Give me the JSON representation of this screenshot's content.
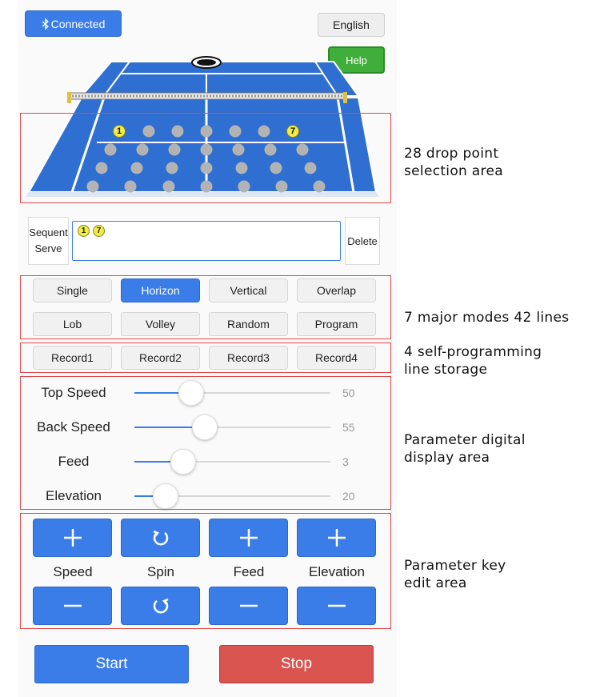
{
  "header": {
    "connected_label": "Connected",
    "language_label": "English",
    "help_label": "Help"
  },
  "court": {
    "selected_points": [
      "1",
      "7"
    ]
  },
  "sequence": {
    "label_line1": "Sequent",
    "label_line2": "Serve",
    "chips": [
      "1",
      "7"
    ],
    "delete_label": "Delete"
  },
  "modes": [
    "Single",
    "Horizon",
    "Vertical",
    "Overlap",
    "Lob",
    "Volley",
    "Random",
    "Program"
  ],
  "active_mode": "Horizon",
  "records": [
    "Record1",
    "Record2",
    "Record3",
    "Record4"
  ],
  "sliders": [
    {
      "label": "Top Speed",
      "value": "50",
      "fraction": 0.29
    },
    {
      "label": "Back Speed",
      "value": "55",
      "fraction": 0.36
    },
    {
      "label": "Feed",
      "value": "3",
      "fraction": 0.25
    },
    {
      "label": "Elevation",
      "value": "20",
      "fraction": 0.16
    }
  ],
  "keys": {
    "labels": [
      "Speed",
      "Spin",
      "Feed",
      "Elevation"
    ]
  },
  "actions": {
    "start_label": "Start",
    "stop_label": "Stop"
  },
  "annotations": {
    "drop_area_line1": "28 drop point",
    "drop_area_line2": "selection area",
    "modes_line1": "7 major modes 42 lines",
    "record_line1": "4 self-programming",
    "record_line2": "line storage",
    "param_display_line1": "Parameter digital",
    "param_display_line2": "display area",
    "param_keys_line1": "Parameter key",
    "param_keys_line2": "edit area"
  },
  "colors": {
    "primary": "#3a7de8",
    "help": "#3fae3a",
    "stop": "#d9534f",
    "court": "#2f6fd1",
    "annotation_border": "#e04848",
    "drop_point": "#b3b3b3",
    "selected_point": "#f2ec42"
  }
}
